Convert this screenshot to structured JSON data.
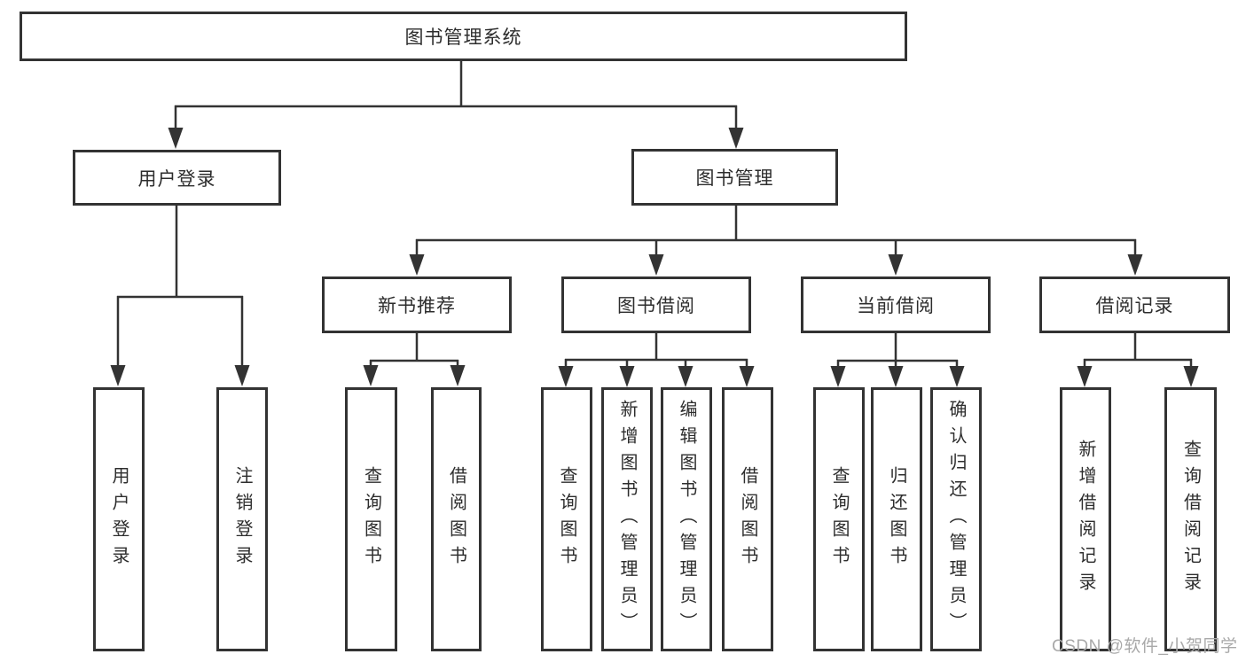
{
  "tree": {
    "root": {
      "label": "图书管理系统"
    },
    "branches": [
      {
        "label": "用户登录",
        "children": [
          {
            "label": "用户登录"
          },
          {
            "label": "注销登录"
          }
        ]
      },
      {
        "label": "图书管理",
        "children": [
          {
            "label": "新书推荐",
            "children": [
              {
                "label": "查询图书"
              },
              {
                "label": "借阅图书"
              }
            ]
          },
          {
            "label": "图书借阅",
            "children": [
              {
                "label": "查询图书"
              },
              {
                "label": "新增图书（管理员）"
              },
              {
                "label": "编辑图书（管理员）"
              },
              {
                "label": "借阅图书"
              }
            ]
          },
          {
            "label": "当前借阅",
            "children": [
              {
                "label": "查询图书"
              },
              {
                "label": "归还图书"
              },
              {
                "label": "确认归还（管理员）"
              }
            ]
          },
          {
            "label": "借阅记录",
            "children": [
              {
                "label": "新增借阅记录"
              },
              {
                "label": "查询借阅记录"
              }
            ]
          }
        ]
      }
    ]
  },
  "watermark": "CSDN @软件_小贺同学",
  "colors": {
    "line": "#333333",
    "text": "#2d2d2d",
    "background": "#ffffff",
    "watermark": "#a9a9a9"
  }
}
